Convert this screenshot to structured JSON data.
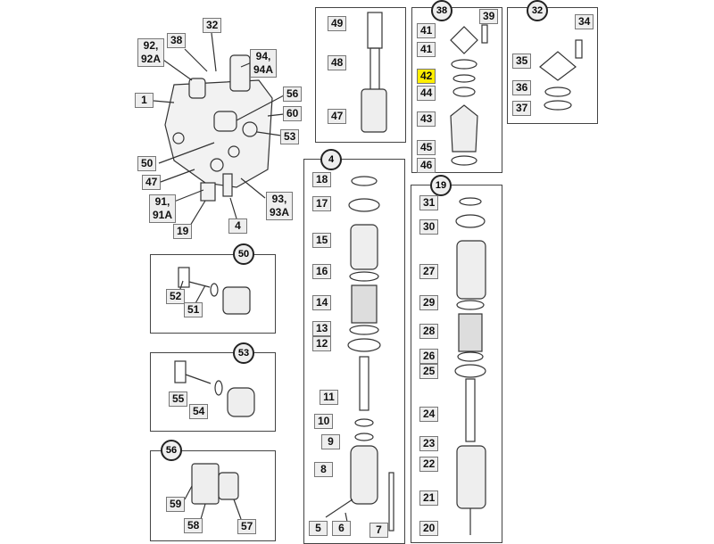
{
  "valve": {
    "c32": "32",
    "c38": "38",
    "c92": "92,\n92A",
    "c94": "94,\n94A",
    "c1": "1",
    "c56": "56",
    "c60": "60",
    "c53": "53",
    "c50": "50",
    "c47": "47",
    "c91": "91,\n91A",
    "c93": "93,\n93A",
    "c19": "19",
    "c4": "4"
  },
  "box50": {
    "title": "50",
    "l52": "52",
    "l51": "51"
  },
  "box53": {
    "title": "53",
    "l55": "55",
    "l54": "54"
  },
  "box56": {
    "title": "56",
    "l59": "59",
    "l58": "58",
    "l57": "57"
  },
  "box49": {
    "l49": "49",
    "l48": "48",
    "l47": "47"
  },
  "box38": {
    "title": "38",
    "l39": "39",
    "l41a": "41",
    "l41b": "41",
    "l42": "42",
    "l44": "44",
    "l43": "43",
    "l45": "45",
    "l46": "46"
  },
  "box32": {
    "title": "32",
    "l34": "34",
    "l35": "35",
    "l36": "36",
    "l37": "37"
  },
  "col4": {
    "title": "4",
    "items": [
      "18",
      "17",
      "15",
      "16",
      "14",
      "13",
      "12",
      "11",
      "10",
      "9",
      "8",
      "5",
      "6",
      "7"
    ]
  },
  "col19": {
    "title": "19",
    "items": [
      "31",
      "30",
      "27",
      "29",
      "28",
      "26",
      "25",
      "24",
      "23",
      "22",
      "21",
      "20"
    ]
  },
  "highlight_color": "#ffee00"
}
